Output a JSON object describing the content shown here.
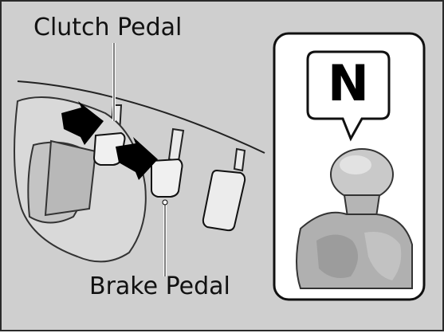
{
  "labels": {
    "clutch_pedal": "Clutch Pedal",
    "brake_pedal": "Brake Pedal"
  },
  "gear_indicator": {
    "position": "N"
  },
  "colors": {
    "background": "#cfcfcf",
    "panel": "#ffffff",
    "outline": "#111111",
    "arrow": "#000000"
  },
  "icons": [
    "shoe-icon",
    "arrow-icon",
    "gear-shift-knob-icon",
    "pedal-icon"
  ]
}
